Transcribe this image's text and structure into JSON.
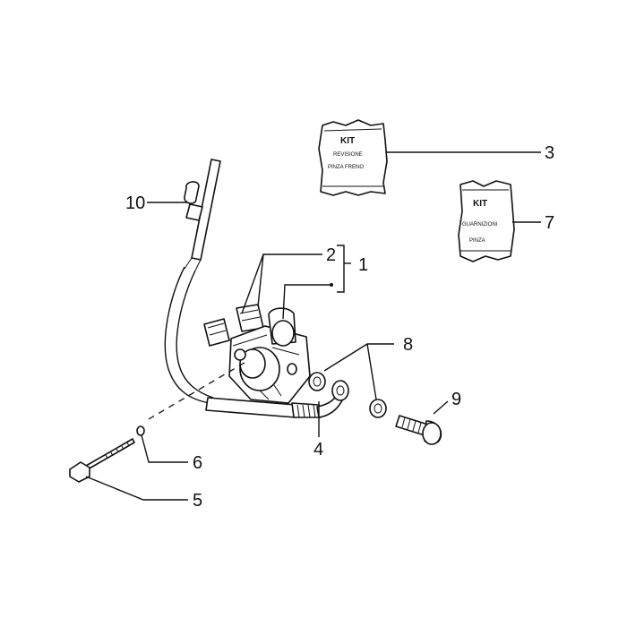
{
  "callouts": {
    "c1": "1",
    "c2": "2",
    "c3": "3",
    "c4": "4",
    "c5": "5",
    "c6": "6",
    "c7": "7",
    "c8": "8",
    "c9": "9",
    "c10": "10"
  },
  "kits": {
    "revision": {
      "line1": "KIT",
      "line2": "REVISIONE",
      "line3": "PINZA FRENO"
    },
    "pads": {
      "line1": "KIT",
      "line2": "GUARNIZIONI",
      "line3": "PINZA"
    }
  }
}
